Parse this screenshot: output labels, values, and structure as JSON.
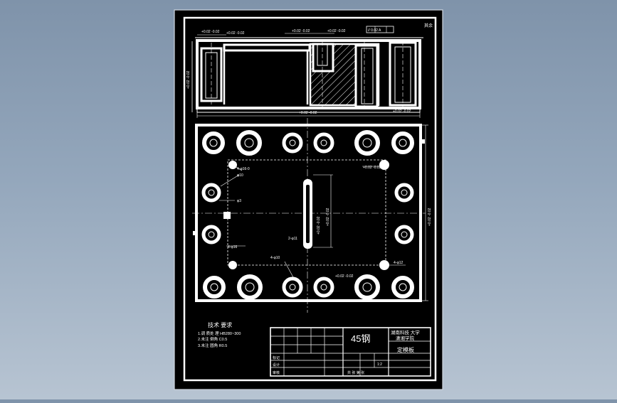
{
  "colors": {
    "background_top": "#7f93aa",
    "background_bottom": "#b7c4d2",
    "sheet": "#000000",
    "lines": "#ffffff",
    "hatch": "#ffffff"
  },
  "drawing": {
    "roughness_mark": "其余",
    "top_view_dims": {
      "d1": "+0.02 -0.02",
      "d2": "+0.02 -0.02",
      "d3": "+0.02 -0.02",
      "d4": "+0.02 -0.02",
      "tolerance_frame": "// 0.02 A",
      "left_height": "+0.02 -0.02",
      "bottom_length": "+0.02 -0.02",
      "right_bottom": "+0.02 -0.02"
    },
    "plan_view_labels": {
      "holes_top": "4-φ16-0",
      "hole_label_a": "φ10",
      "hole_label_b": "φ3",
      "slot_label": "2-φ11",
      "holes_bottom_left": "4-φ16",
      "holes_mid": "4-φ10",
      "right_top_tol": "+0.02 -0.02",
      "right_bottom_label": "4-φ12",
      "center_dim_a": "+0.02 -0.02",
      "center_dim_b": "+0.02 -0.02",
      "bottom_tol": "+0.02 -0.02",
      "right_height": "+0.02 -0.02"
    },
    "tech_requirements": {
      "title": "技术 要求",
      "line1": "1.调 质处 理 HB280~300",
      "line2": "2.未注 倒角 C0.5",
      "line3": "3.未注 圆角 R0.5"
    },
    "title_block": {
      "material": "45钢",
      "school": "湖南科技 大学",
      "school_sub": "潇湘学院",
      "part_name": "定模板",
      "design": "设计",
      "check": "审核",
      "scale": "1:2",
      "sheet_info": "共 张 第 张",
      "mark_label": "标记"
    }
  }
}
